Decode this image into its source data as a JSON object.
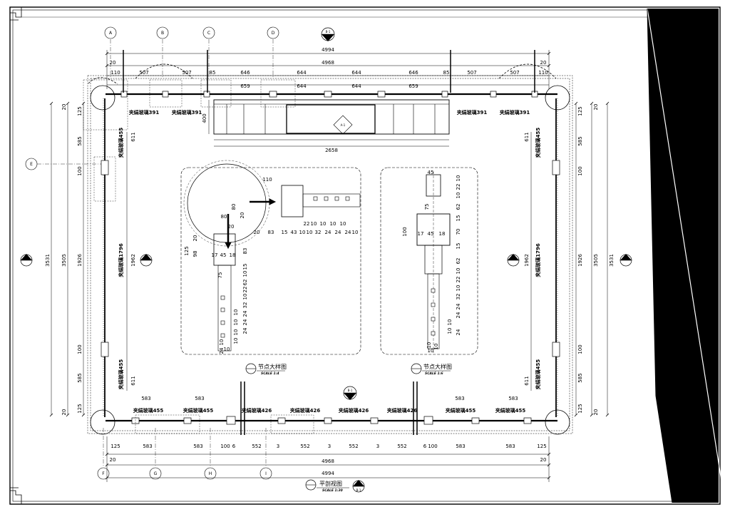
{
  "colors": {
    "ink": "#000000",
    "paper": "#ffffff",
    "right_panel": "#000000"
  },
  "grid_bubbles": {
    "top": [
      "A",
      "B",
      "C",
      "D"
    ],
    "left": [
      "E"
    ],
    "bottom": [
      "F",
      "G",
      "H",
      "I"
    ]
  },
  "dims": {
    "top_overall_outer": "4994",
    "top_overall_inner": "4968",
    "top_end_left": "20",
    "top_end_right": "20",
    "top_segments": [
      "110",
      "507",
      "507",
      "85",
      "646",
      "644",
      "644",
      "646",
      "85",
      "507",
      "507",
      "110"
    ],
    "top_inner_row": [
      "659",
      "644",
      "644",
      "659"
    ],
    "rail_width": "2658",
    "rail_height": "400",
    "bottom_segments": [
      "125",
      "583",
      "583",
      "100",
      "6",
      "552",
      "3",
      "552",
      "3",
      "552",
      "3",
      "552",
      "6",
      "100",
      "583",
      "583",
      "125"
    ],
    "bottom_overall_inner": "4968",
    "bottom_overall_outer": "4994",
    "bottom_end_left": "20",
    "bottom_end_right": "20",
    "left_outer": "3531",
    "left_mid": "3505",
    "left_inner": "1926",
    "left_segments": [
      "20",
      "125",
      "585",
      "100",
      "100",
      "585",
      "125",
      "20"
    ],
    "left_panel_dims": [
      "611",
      "1962",
      "611"
    ],
    "right_outer": "3531",
    "right_mid": "3505",
    "right_inner": "1926",
    "right_segments": [
      "20",
      "125",
      "585",
      "100",
      "100",
      "585",
      "125",
      "20"
    ],
    "right_panel_dims": [
      "611",
      "1962",
      "611"
    ]
  },
  "glass_labels": {
    "top": [
      "夹绢玻璃391",
      "夹绢玻璃391",
      "夹绢玻璃391",
      "夹绢玻璃391"
    ],
    "bottom": [
      "夹绢玻璃455",
      "夹绢玻璃455",
      "夹绢玻璃426",
      "夹绢玻璃426",
      "夹绢玻璃426",
      "夹绢玻璃426",
      "夹绢玻璃455",
      "夹绢玻璃455"
    ],
    "left": [
      "夹绢玻璃455",
      "夹绢玻璃1796",
      "夹绢玻璃455"
    ],
    "right": [
      "夹绢玻璃455",
      "夹绢玻璃1796",
      "夹绢玻璃455"
    ]
  },
  "detail1": {
    "title": "节点大样图",
    "scale": "SCALE 1:4",
    "dims": [
      "110",
      "80",
      "20",
      "80",
      "20",
      "20",
      "83",
      "15",
      "43",
      "10",
      "10",
      "32",
      "24",
      "24",
      "24",
      "10",
      "22",
      "10",
      "10",
      "10",
      "10",
      "125",
      "98",
      "20",
      "17",
      "45",
      "18",
      "83",
      "75",
      "15",
      "10",
      "62",
      "22",
      "10",
      "32",
      "24",
      "24",
      "24",
      "10",
      "10",
      "10",
      "10",
      "10",
      "24",
      "10"
    ]
  },
  "detail2": {
    "title": "节点大样图",
    "scale": "SCALE 1:6",
    "dims": [
      "45",
      "10",
      "22",
      "10",
      "62",
      "75",
      "15",
      "70",
      "100",
      "17",
      "45",
      "18",
      "15",
      "62",
      "10",
      "22",
      "10",
      "32",
      "24",
      "24",
      "10",
      "10",
      "24",
      "10",
      "10",
      "10"
    ]
  },
  "plan_title": {
    "title": "平剖视图",
    "scale": "SCALE 1:30"
  },
  "section_marks": {
    "top": "B-1",
    "center": "B-1",
    "bottom": "B-1",
    "side": "A-1"
  }
}
